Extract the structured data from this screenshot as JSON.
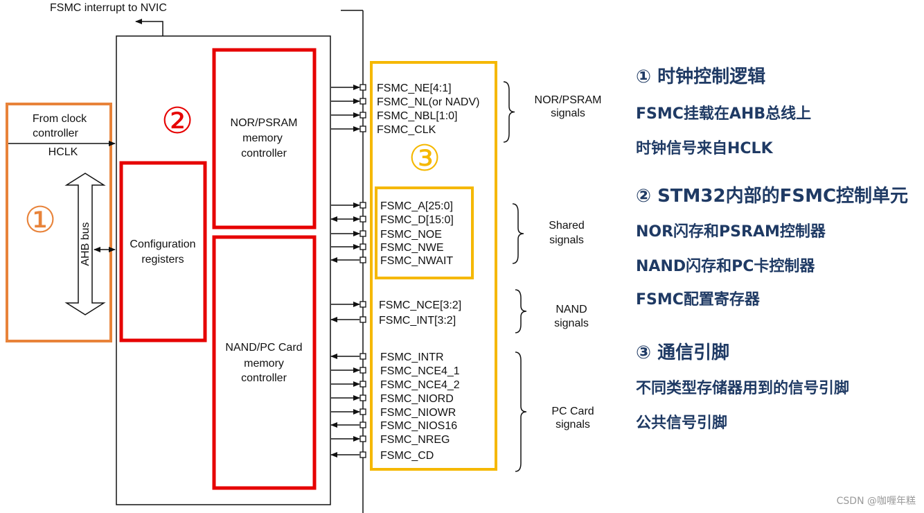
{
  "diagram": {
    "interrupt_label": "FSMC interrupt to NVIC",
    "clock_label_line1": "From clock",
    "clock_label_line2": "controller",
    "hclk_label": "HCLK",
    "ahb_label": "AHB bus",
    "config_line1": "Configuration",
    "config_line2": "registers",
    "nor_line1": "NOR/PSRAM",
    "nor_line2": "memory",
    "nor_line3": "controller",
    "nand_line1": "NAND/PC Card",
    "nand_line2": "memory",
    "nand_line3": "controller",
    "marker1": "①",
    "marker2": "②",
    "marker3": "③",
    "colors": {
      "orange": "#e8833a",
      "red": "#e60000",
      "yellow": "#f5b800",
      "notes_text": "#1f3a64"
    },
    "groups": [
      {
        "label_line1": "NOR/PSRAM",
        "label_line2": "signals",
        "signals": [
          {
            "name": "FSMC_NE[4:1]",
            "direction": "out"
          },
          {
            "name": "FSMC_NL(or NADV)",
            "direction": "out"
          },
          {
            "name": "FSMC_NBL[1:0]",
            "direction": "out"
          },
          {
            "name": "FSMC_CLK",
            "direction": "out"
          }
        ]
      },
      {
        "label_line1": "Shared",
        "label_line2": "signals",
        "signals": [
          {
            "name": "FSMC_A[25:0]",
            "direction": "out"
          },
          {
            "name": "FSMC_D[15:0]",
            "direction": "bidir"
          },
          {
            "name": "FSMC_NOE",
            "direction": "out"
          },
          {
            "name": "FSMC_NWE",
            "direction": "out"
          },
          {
            "name": "FSMC_NWAIT",
            "direction": "in"
          }
        ]
      },
      {
        "label_line1": "NAND",
        "label_line2": "signals",
        "signals": [
          {
            "name": "FSMC_NCE[3:2]",
            "direction": "out"
          },
          {
            "name": "FSMC_INT[3:2]",
            "direction": "in"
          }
        ]
      },
      {
        "label_line1": "PC Card",
        "label_line2": "signals",
        "signals": [
          {
            "name": "FSMC_INTR",
            "direction": "in"
          },
          {
            "name": "FSMC_NCE4_1",
            "direction": "out"
          },
          {
            "name": "FSMC_NCE4_2",
            "direction": "out"
          },
          {
            "name": "FSMC_NIORD",
            "direction": "out"
          },
          {
            "name": "FSMC_NIOWR",
            "direction": "out"
          },
          {
            "name": "FSMC_NIOS16",
            "direction": "in"
          },
          {
            "name": "FSMC_NREG",
            "direction": "out"
          },
          {
            "name": "FSMC_CD",
            "direction": "in"
          }
        ]
      }
    ]
  },
  "notes": {
    "s1_title": "① 时钟控制逻辑",
    "s1_items": [
      "FSMC挂载在AHB总线上",
      "时钟信号来自HCLK"
    ],
    "s2_title": "② STM32内部的FSMC控制单元",
    "s2_items": [
      "NOR闪存和PSRAM控制器",
      "NAND闪存和PC卡控制器",
      "FSMC配置寄存器"
    ],
    "s3_title": "③ 通信引脚",
    "s3_items": [
      "不同类型存储器用到的信号引脚",
      "公共信号引脚"
    ]
  },
  "watermark": "CSDN @咖喱年糕"
}
